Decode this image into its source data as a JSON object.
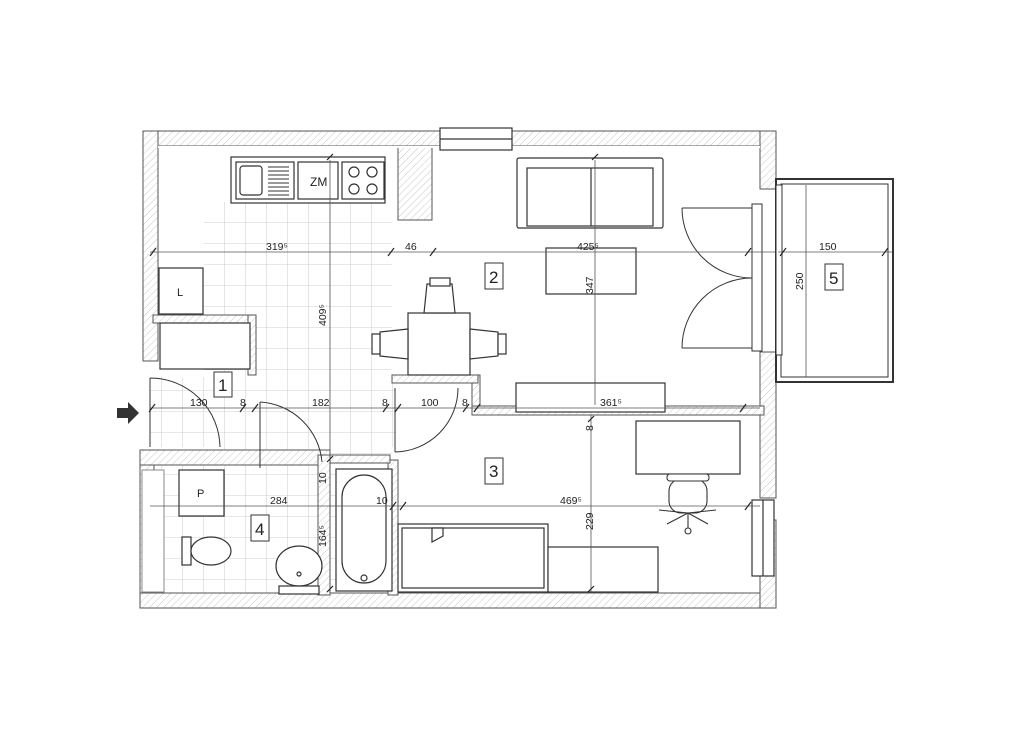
{
  "rooms": [
    "1",
    "2",
    "3",
    "4",
    "5"
  ],
  "fixtures": {
    "stove_label": "ZM",
    "wardrobe_label": "L",
    "washer_label": "P"
  },
  "dimensions": {
    "d1": "319⁵",
    "d2": "46",
    "d3": "425⁵",
    "d4": "150",
    "d5": "409⁵",
    "d6": "347",
    "d7": "250",
    "d8": "130",
    "d9": "8",
    "d10": "182",
    "d11": "8",
    "d12": "100",
    "d13": "8",
    "d14": "361⁵",
    "d15": "8",
    "d16": "284",
    "d17": "10",
    "d18": "469⁵",
    "d19": "10",
    "d20": "164⁵",
    "d21": "229"
  }
}
